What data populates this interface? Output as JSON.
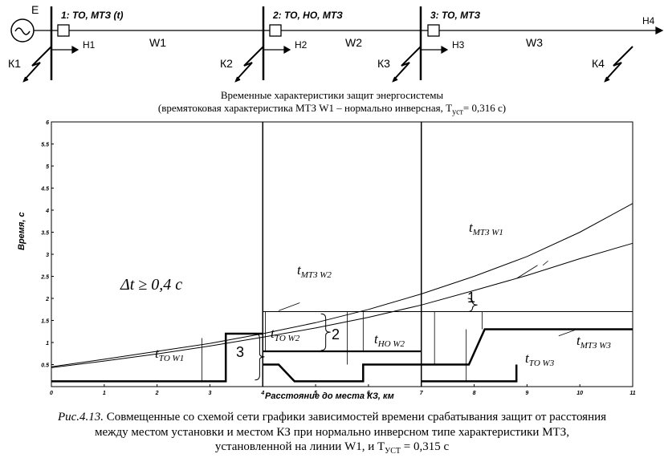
{
  "scheme": {
    "source_label": "E",
    "stations": [
      {
        "label": "1: ТО, МТЗ (t)"
      },
      {
        "label": "2: ТО, НО, МТЗ"
      },
      {
        "label": "3: ТО, МТЗ"
      }
    ],
    "loads": [
      "Н1",
      "Н2",
      "Н3",
      "Н4"
    ],
    "lines": [
      "W1",
      "W2",
      "W3"
    ],
    "faults": [
      "К1",
      "К2",
      "К3",
      "К4"
    ]
  },
  "chart_title_line1": "Временные характеристики защит энергосистемы",
  "chart_title_line2_pre": "(времятоковая характеристика МТЗ W1 – нормально инверсная, T",
  "chart_title_line2_sub": "уст",
  "chart_title_line2_post": "= 0,316 с)",
  "chart_data": {
    "type": "line",
    "xlabel": "Расстояние до места КЗ, км",
    "ylabel": "Время, с",
    "xlim": [
      0,
      11
    ],
    "ylim": [
      0,
      6
    ],
    "x_ticks": [
      "0",
      "1",
      "2",
      "3",
      "4",
      "5",
      "6",
      "7",
      "8",
      "9",
      "10",
      "11"
    ],
    "y_ticks": [
      "0.5",
      "1",
      "1.5",
      "2",
      "2.5",
      "3",
      "3.5",
      "4",
      "4.5",
      "5",
      "5.5",
      "6"
    ],
    "substation_positions_km": [
      4,
      7
    ],
    "series": [
      {
        "name": "t МТЗ W1 (upper)",
        "points": [
          [
            0,
            0.45
          ],
          [
            1,
            0.62
          ],
          [
            2,
            0.8
          ],
          [
            3,
            0.98
          ],
          [
            4,
            1.2
          ],
          [
            5,
            1.45
          ],
          [
            6,
            1.75
          ],
          [
            7,
            2.1
          ],
          [
            8,
            2.5
          ],
          [
            9,
            2.95
          ],
          [
            10,
            3.5
          ],
          [
            11,
            4.15
          ]
        ]
      },
      {
        "name": "t МТЗ W1 (lower)",
        "points": [
          [
            0,
            0.43
          ],
          [
            1,
            0.58
          ],
          [
            2,
            0.74
          ],
          [
            3,
            0.92
          ],
          [
            4,
            1.12
          ],
          [
            5,
            1.33
          ],
          [
            6,
            1.57
          ],
          [
            7,
            1.85
          ],
          [
            8,
            2.18
          ],
          [
            9,
            2.52
          ],
          [
            10,
            2.9
          ],
          [
            11,
            3.25
          ]
        ]
      },
      {
        "name": "t ТО W1",
        "points": [
          [
            0,
            0.12
          ],
          [
            3.3,
            0.12
          ],
          [
            3.3,
            1.2
          ],
          [
            4,
            1.2
          ]
        ]
      },
      {
        "name": "t МТЗ W2",
        "points": [
          [
            4,
            1.7
          ],
          [
            11,
            1.7
          ]
        ]
      },
      {
        "name": "t ТО W2",
        "points": [
          [
            4,
            0.5
          ],
          [
            4.3,
            0.5
          ],
          [
            4.6,
            0.12
          ],
          [
            5.9,
            0.12
          ],
          [
            5.9,
            0.5
          ],
          [
            7,
            0.5
          ]
        ]
      },
      {
        "name": "t НО W2",
        "points": [
          [
            4,
            0.8
          ],
          [
            7,
            0.8
          ]
        ]
      },
      {
        "name": "t ТО W3",
        "points": [
          [
            7,
            0.12
          ],
          [
            8.8,
            0.12
          ],
          [
            8.8,
            0.5
          ]
        ]
      },
      {
        "name": "t МТЗ W3",
        "points": [
          [
            7,
            0.5
          ],
          [
            7.9,
            0.5
          ],
          [
            8.2,
            1.3
          ],
          [
            11,
            1.3
          ]
        ]
      }
    ],
    "annotations": [
      {
        "text": "Δt ≥ 0,4 c"
      },
      {
        "text": "1"
      },
      {
        "text": "2"
      },
      {
        "text": "3"
      }
    ],
    "curve_labels": [
      {
        "main": "t",
        "sub": "МТЗ W1"
      },
      {
        "main": "t",
        "sub": "МТЗ W2"
      },
      {
        "main": "t",
        "sub": "ТО W2"
      },
      {
        "main": "t",
        "sub": "НО W2"
      },
      {
        "main": "t",
        "sub": "ТО W1"
      },
      {
        "main": "t",
        "sub": "ТО W3"
      },
      {
        "main": "t",
        "sub": "МТЗ W3"
      }
    ]
  },
  "caption_fig": "Рис.4.13.",
  "caption_line1": "Совмещенные со схемой сети графики зависимостей времени срабатывания защит от расстояния",
  "caption_line2": "между местом установки и местом КЗ при нормально инверсном типе характеристики МТЗ,",
  "caption_line3_pre": "установленной на линии W1, и T",
  "caption_line3_sub": "УСТ",
  "caption_line3_post": "= 0,315 с"
}
